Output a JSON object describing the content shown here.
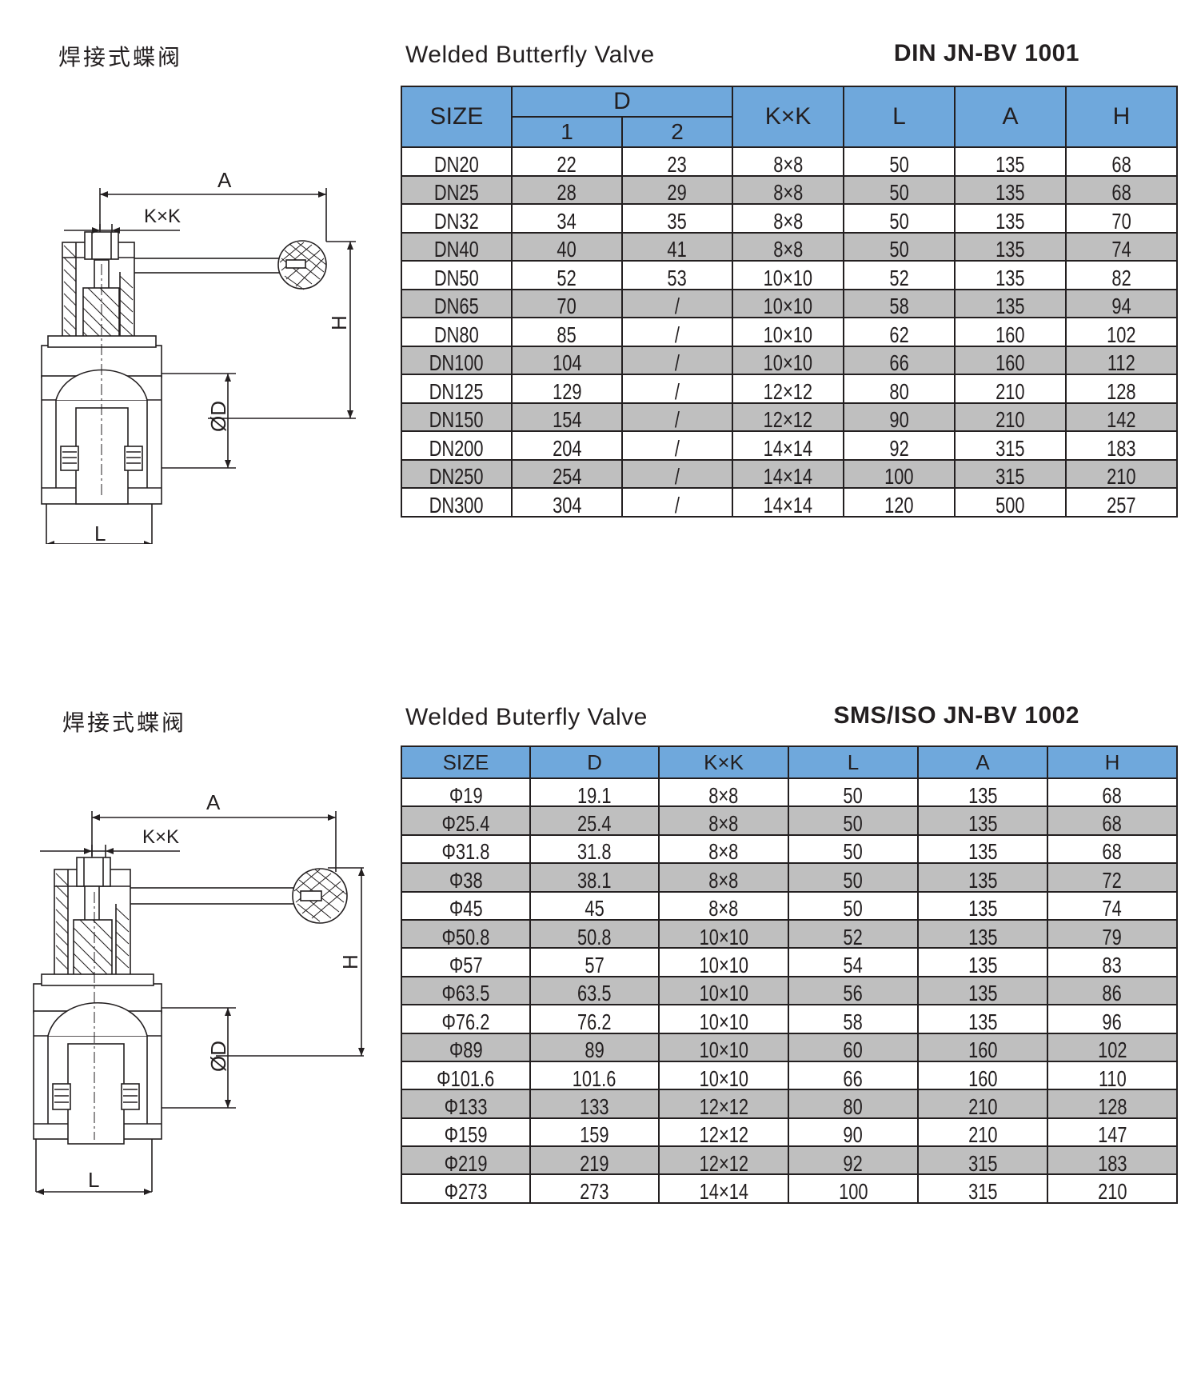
{
  "sections": [
    {
      "cn_title": "焊接式蝶阀",
      "en_title": "Welded Butterfly Valve",
      "code": "DIN JN-BV 1001",
      "headers": {
        "size": "SIZE",
        "d": "D",
        "d1": "1",
        "d2": "2",
        "kxk": "K×K",
        "l": "L",
        "a": "A",
        "h": "H"
      },
      "drawing_labels": {
        "a": "A",
        "kxk": "K×K",
        "h": "H",
        "od": "ØD",
        "l": "L"
      },
      "rows": [
        [
          "DN20",
          "22",
          "23",
          "8×8",
          "50",
          "135",
          "68"
        ],
        [
          "DN25",
          "28",
          "29",
          "8×8",
          "50",
          "135",
          "68"
        ],
        [
          "DN32",
          "34",
          "35",
          "8×8",
          "50",
          "135",
          "70"
        ],
        [
          "DN40",
          "40",
          "41",
          "8×8",
          "50",
          "135",
          "74"
        ],
        [
          "DN50",
          "52",
          "53",
          "10×10",
          "52",
          "135",
          "82"
        ],
        [
          "DN65",
          "70",
          "/",
          "10×10",
          "58",
          "135",
          "94"
        ],
        [
          "DN80",
          "85",
          "/",
          "10×10",
          "62",
          "160",
          "102"
        ],
        [
          "DN100",
          "104",
          "/",
          "10×10",
          "66",
          "160",
          "112"
        ],
        [
          "DN125",
          "129",
          "/",
          "12×12",
          "80",
          "210",
          "128"
        ],
        [
          "DN150",
          "154",
          "/",
          "12×12",
          "90",
          "210",
          "142"
        ],
        [
          "DN200",
          "204",
          "/",
          "14×14",
          "92",
          "315",
          "183"
        ],
        [
          "DN250",
          "254",
          "/",
          "14×14",
          "100",
          "315",
          "210"
        ],
        [
          "DN300",
          "304",
          "/",
          "14×14",
          "120",
          "500",
          "257"
        ]
      ]
    },
    {
      "cn_title": "焊接式蝶阀",
      "en_title": "Welded Buterfly Valve",
      "code": "SMS/ISO JN-BV 1002",
      "headers": {
        "size": "SIZE",
        "d": "D",
        "kxk": "K×K",
        "l": "L",
        "a": "A",
        "h": "H"
      },
      "drawing_labels": {
        "a": "A",
        "kxk": "K×K",
        "h": "H",
        "od": "ØD",
        "l": "L"
      },
      "rows": [
        [
          "Φ19",
          "19.1",
          "8×8",
          "50",
          "135",
          "68"
        ],
        [
          "Φ25.4",
          "25.4",
          "8×8",
          "50",
          "135",
          "68"
        ],
        [
          "Φ31.8",
          "31.8",
          "8×8",
          "50",
          "135",
          "68"
        ],
        [
          "Φ38",
          "38.1",
          "8×8",
          "50",
          "135",
          "72"
        ],
        [
          "Φ45",
          "45",
          "8×8",
          "50",
          "135",
          "74"
        ],
        [
          "Φ50.8",
          "50.8",
          "10×10",
          "52",
          "135",
          "79"
        ],
        [
          "Φ57",
          "57",
          "10×10",
          "54",
          "135",
          "83"
        ],
        [
          "Φ63.5",
          "63.5",
          "10×10",
          "56",
          "135",
          "86"
        ],
        [
          "Φ76.2",
          "76.2",
          "10×10",
          "58",
          "135",
          "96"
        ],
        [
          "Φ89",
          "89",
          "10×10",
          "60",
          "160",
          "102"
        ],
        [
          "Φ101.6",
          "101.6",
          "10×10",
          "66",
          "160",
          "110"
        ],
        [
          "Φ133",
          "133",
          "12×12",
          "80",
          "210",
          "128"
        ],
        [
          "Φ159",
          "159",
          "12×12",
          "90",
          "210",
          "147"
        ],
        [
          "Φ219",
          "219",
          "12×12",
          "92",
          "315",
          "183"
        ],
        [
          "Φ273",
          "273",
          "14×14",
          "100",
          "315",
          "210"
        ]
      ]
    }
  ],
  "colors": {
    "header_bg": "#6fa8dc",
    "shaded_row": "#bfbfbf",
    "line": "#231f20"
  }
}
